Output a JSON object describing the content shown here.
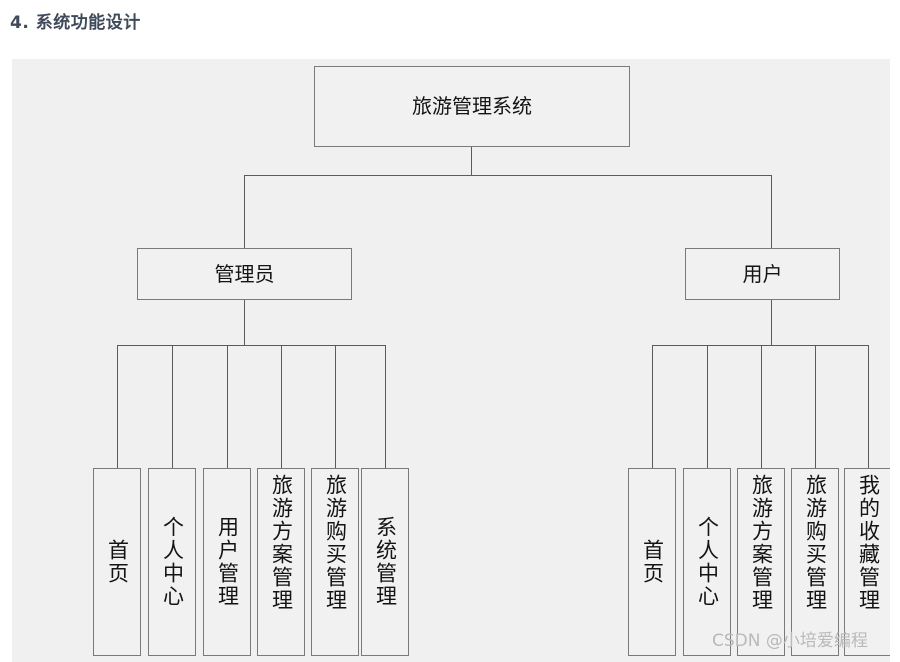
{
  "page": {
    "title": "4. 系统功能设计",
    "title_color": "#3f4a5a",
    "background": "#ffffff"
  },
  "diagram": {
    "type": "tree",
    "canvas_background": "#f0f0f0",
    "box_fill": "#f1f1f1",
    "box_border": "#7a7a7a",
    "line_color": "#5b5b5b",
    "root": {
      "label": "旅游管理系统"
    },
    "branches": [
      {
        "label": "管理员",
        "leaves": [
          {
            "label": "首页"
          },
          {
            "label": "个人中心"
          },
          {
            "label": "用户管理"
          },
          {
            "label": "旅游方案管理"
          },
          {
            "label": "旅游购买管理"
          },
          {
            "label": "系统管理"
          }
        ]
      },
      {
        "label": "用户",
        "leaves": [
          {
            "label": "首页"
          },
          {
            "label": "个人中心"
          },
          {
            "label": "旅游方案管理"
          },
          {
            "label": "旅游购买管理"
          },
          {
            "label": "我的收藏管理"
          }
        ]
      }
    ]
  },
  "watermark": {
    "text": "CSDN @小培爱编程"
  }
}
